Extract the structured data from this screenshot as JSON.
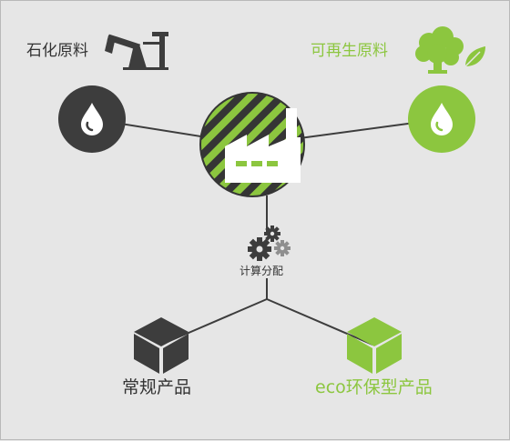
{
  "labels": {
    "fossil": "石化原料",
    "renewable": "可再生原料",
    "process": "计算分配",
    "conventional": "常规产品",
    "eco": "eco环保型产品"
  },
  "colors": {
    "background": "#e6e6e6",
    "dark": "#3d3d3d",
    "green": "#8cc63f",
    "line": "#3d3d3d",
    "gear_light": "#8f8f8f"
  },
  "icons": {
    "fossil": "oil-pump-icon",
    "renewable": "tree-leaf-icon",
    "fossil_drop": "drop-icon",
    "renewable_drop": "drop-icon",
    "factory": "factory-icon",
    "process": "gears-icon",
    "conventional": "cube-icon",
    "eco": "cube-icon"
  }
}
